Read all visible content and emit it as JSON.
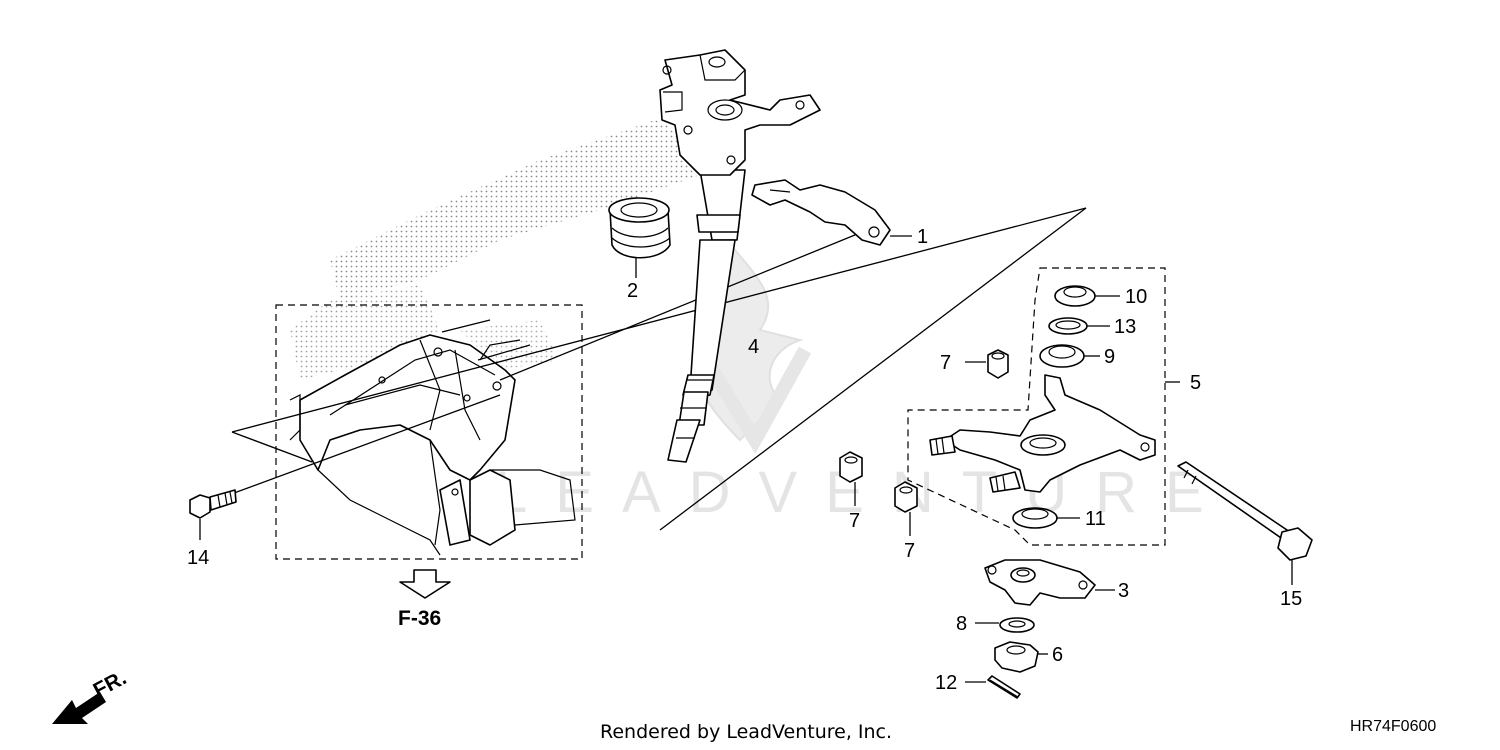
{
  "diagram": {
    "callouts": [
      {
        "id": "1",
        "text": "1"
      },
      {
        "id": "2",
        "text": "2"
      },
      {
        "id": "3",
        "text": "3"
      },
      {
        "id": "4",
        "text": "4"
      },
      {
        "id": "5",
        "text": "5"
      },
      {
        "id": "6",
        "text": "6"
      },
      {
        "id": "7a",
        "text": "7"
      },
      {
        "id": "7b",
        "text": "7"
      },
      {
        "id": "7c",
        "text": "7"
      },
      {
        "id": "8",
        "text": "8"
      },
      {
        "id": "9",
        "text": "9"
      },
      {
        "id": "10",
        "text": "10"
      },
      {
        "id": "11",
        "text": "11"
      },
      {
        "id": "12",
        "text": "12"
      },
      {
        "id": "13",
        "text": "13"
      },
      {
        "id": "14",
        "text": "14"
      },
      {
        "id": "15",
        "text": "15"
      }
    ],
    "reference": "F-36",
    "direction": "FR.",
    "footer": "Rendered by LeadVenture, Inc.",
    "code": "HR74F0600",
    "watermark": "LEADVENTURE"
  }
}
